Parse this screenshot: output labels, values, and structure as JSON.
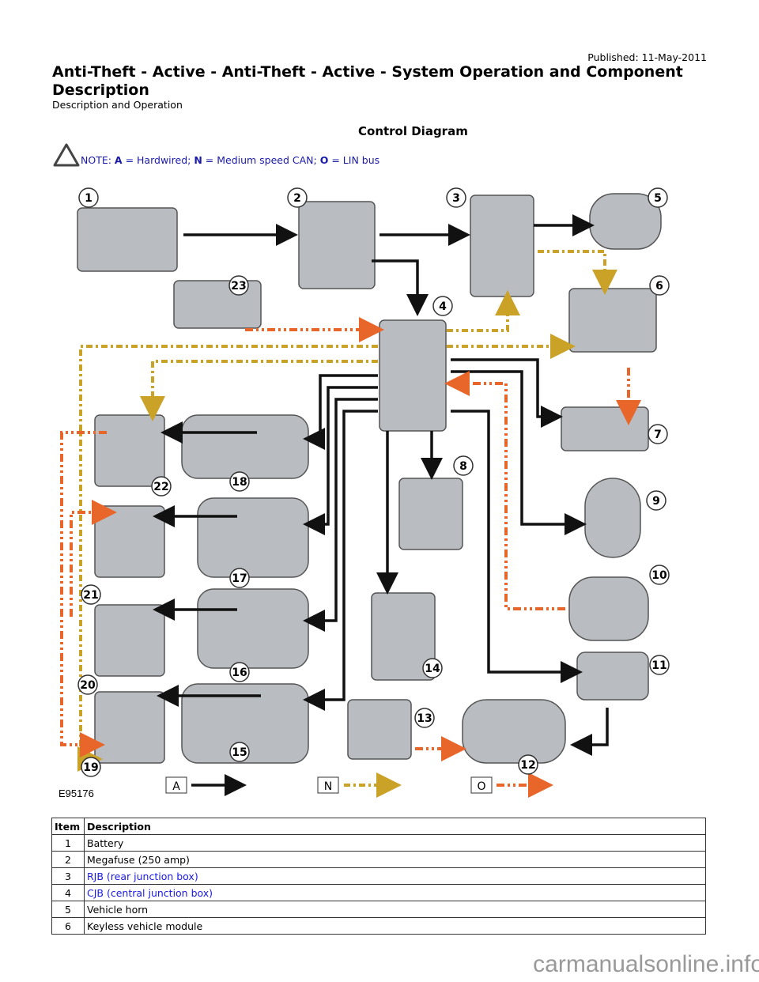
{
  "published": "Published: 11-May-2011",
  "title": "Anti-Theft - Active - Anti-Theft - Active   - System Operation and Component Description",
  "subtitle": "Description and Operation",
  "diagram_title": "Control Diagram",
  "note": {
    "prefix": "NOTE: ",
    "a": "A",
    "a_text": " = Hardwired; ",
    "n": "N",
    "n_text": " = Medium speed CAN; ",
    "o": "O",
    "o_text": " = LIN bus"
  },
  "diagram": {
    "figure_id": "E95176",
    "legend": {
      "a": "A",
      "n": "N",
      "o": "O"
    },
    "callouts": [
      "1",
      "2",
      "3",
      "4",
      "5",
      "6",
      "7",
      "8",
      "9",
      "10",
      "11",
      "12",
      "13",
      "14",
      "15",
      "16",
      "17",
      "18",
      "19",
      "20",
      "21",
      "22",
      "23"
    ],
    "colors": {
      "hardwired": "#111111",
      "can": "#c9a227",
      "lin": "#e8662a"
    }
  },
  "table": {
    "headers": [
      "Item",
      "Description"
    ],
    "rows": [
      {
        "item": "1",
        "desc": "Battery"
      },
      {
        "item": "2",
        "desc": "Megafuse (250 amp)"
      },
      {
        "item": "3",
        "desc": "RJB (rear junction box)"
      },
      {
        "item": "4",
        "desc": "CJB (central junction box)"
      },
      {
        "item": "5",
        "desc": "Vehicle horn"
      },
      {
        "item": "6",
        "desc": "Keyless vehicle module"
      }
    ]
  },
  "watermark": "carmanualsonline.info"
}
